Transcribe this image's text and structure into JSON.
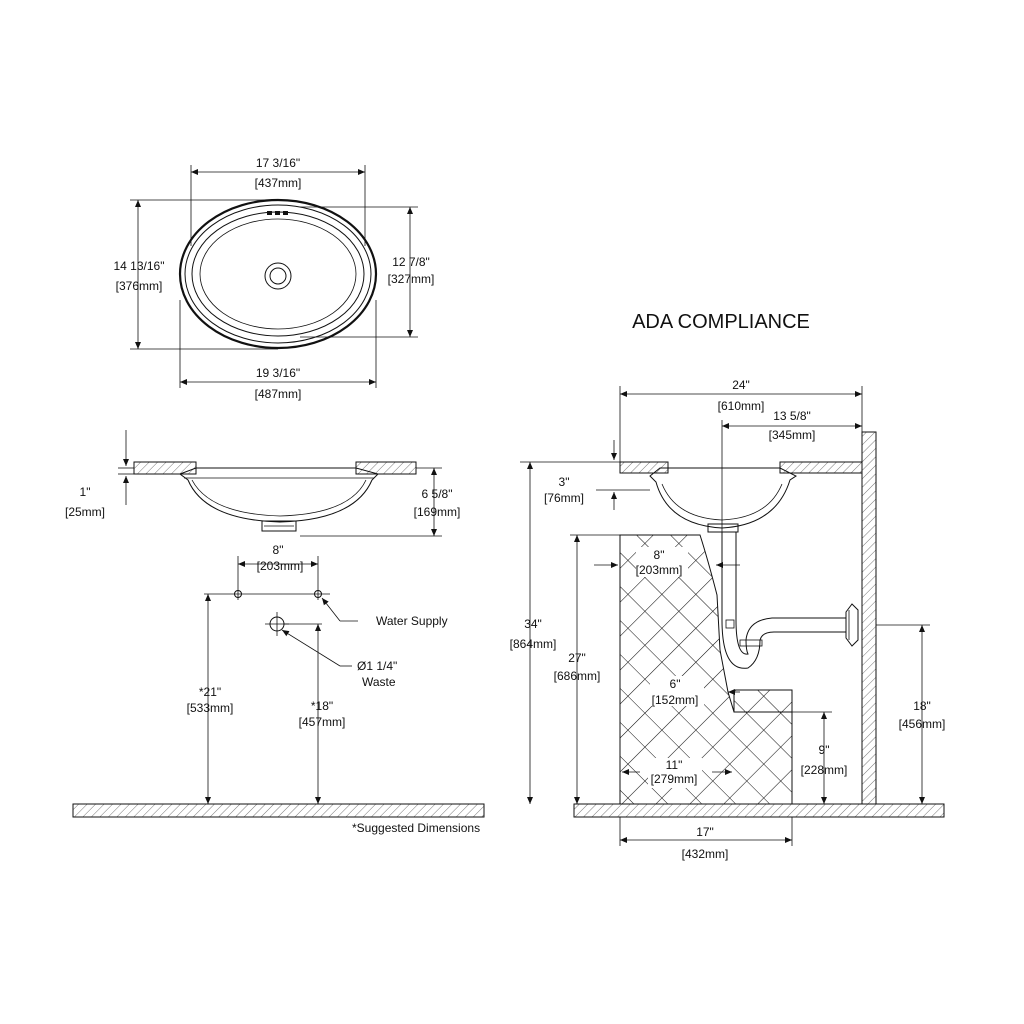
{
  "title": "ADA COMPLIANCE",
  "footnote": "*Suggested Dimensions",
  "top_view": {
    "width_inner": {
      "imp": "17 3/16\"",
      "met": "[437mm]"
    },
    "depth_outer": {
      "imp": "14 13/16\"",
      "met": "[376mm]"
    },
    "depth_inner": {
      "imp": "12 7/8\"",
      "met": "[327mm]"
    },
    "width_outer": {
      "imp": "19 3/16\"",
      "met": "[487mm]"
    }
  },
  "side_view": {
    "rim": {
      "imp": "1\"",
      "met": "[25mm]"
    },
    "bowl_depth": {
      "imp": "6 5/8\"",
      "met": "[169mm]"
    }
  },
  "rough_in": {
    "supply_spacing": {
      "imp": "8\"",
      "met": "[203mm]"
    },
    "water_supply": "Water Supply",
    "waste_line1": "Ø1 1/4\"",
    "waste_line2": "Waste",
    "supply_height": {
      "imp": "*21\"",
      "met": "[533mm]"
    },
    "waste_height": {
      "imp": "*18\"",
      "met": "[457mm]"
    }
  },
  "ada": {
    "counter_depth": {
      "imp": "24\"",
      "met": "[610mm]"
    },
    "drain_offset": {
      "imp": "13 5/8\"",
      "met": "[345mm]"
    },
    "counter_thickness": {
      "imp": "3\"",
      "met": "[76mm]"
    },
    "counter_height": {
      "imp": "34\"",
      "met": "[864mm]"
    },
    "knee_height": {
      "imp": "27\"",
      "met": "[686mm]"
    },
    "knee_depth_top": {
      "imp": "8\"",
      "met": "[203mm]"
    },
    "knee_depth_mid": {
      "imp": "6\"",
      "met": "[152mm]"
    },
    "toe_depth": {
      "imp": "11\"",
      "met": "[279mm]"
    },
    "toe_height": {
      "imp": "9\"",
      "met": "[228mm]"
    },
    "trap_height": {
      "imp": "18\"",
      "met": "[456mm]"
    },
    "clear_floor": {
      "imp": "17\"",
      "met": "[432mm]"
    }
  }
}
